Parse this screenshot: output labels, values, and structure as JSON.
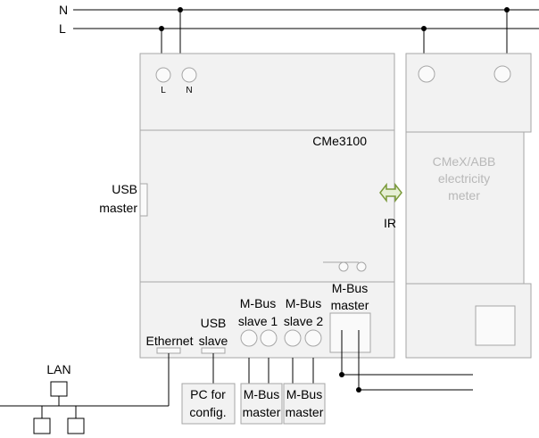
{
  "lines": {
    "neutral": "N",
    "live": "L"
  },
  "cme": {
    "name": "CMe3100",
    "terminal_l": "L",
    "terminal_n": "N",
    "usb_master": [
      "USB",
      "master"
    ],
    "ir": "IR",
    "ethernet": "Ethernet",
    "usb_slave": [
      "USB",
      "slave"
    ],
    "mbus_slave_1": [
      "M-Bus",
      "slave 1"
    ],
    "mbus_slave_2": [
      "M-Bus",
      "slave 2"
    ],
    "mbus_master": [
      "M-Bus",
      "master"
    ]
  },
  "meter": {
    "name": [
      "CMeX/ABB",
      "electricity",
      "meter"
    ]
  },
  "network": {
    "lan": "LAN"
  },
  "external": {
    "pc": [
      "PC for",
      "config."
    ],
    "master_1": [
      "M-Bus",
      "master"
    ],
    "master_2": [
      "M-Bus",
      "master"
    ]
  },
  "colors": {
    "ir_arrow": "#7a9a3a",
    "ir_arrow_fill": "#e6efd4",
    "device_fill": "#f2f2f2",
    "device_stroke": "#a6a6a6"
  }
}
